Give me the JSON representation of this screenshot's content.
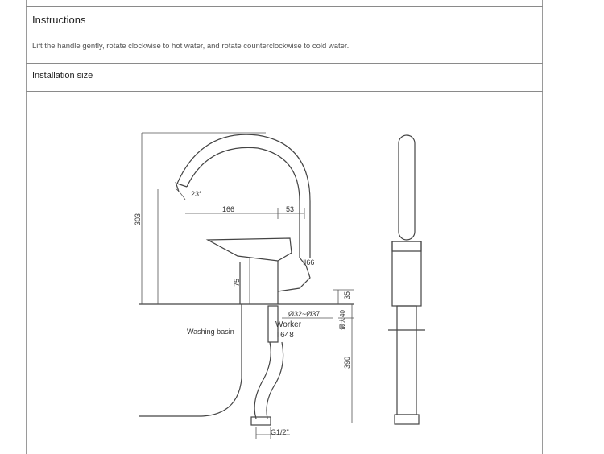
{
  "header": {
    "title": "Instructions",
    "description": "Lift the handle gently, rotate clockwise to hot water, and rotate counterclockwise to cold water.",
    "section": "Installation size"
  },
  "drawing": {
    "angle": "23°",
    "dim_166": "166",
    "dim_53": "53",
    "dim_303": "303",
    "dim_75": "75",
    "dim_66": "Ⅱ66",
    "dim_35": "35",
    "dim_max40": "最大40",
    "dim_390": "390",
    "hole": "Ø32~Ø37",
    "worker": "Worker",
    "worker_code": "T648",
    "basin": "Washing basin",
    "thread": "G1/2\""
  }
}
